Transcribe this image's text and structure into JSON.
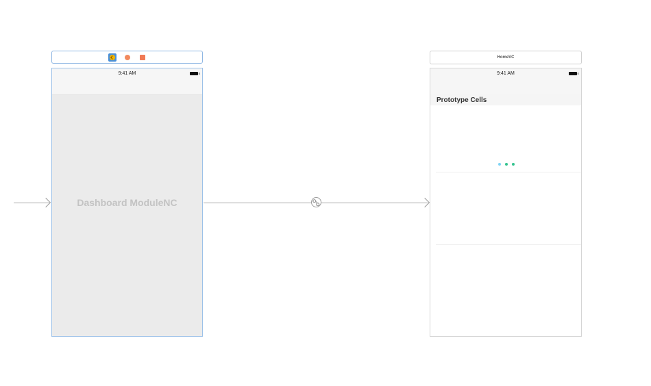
{
  "left_scene": {
    "dock_icons": [
      "view-controller-icon",
      "first-responder-icon",
      "exit-icon"
    ],
    "status_time": "9:41 AM",
    "title": "Dashboard ModuleNC"
  },
  "right_scene": {
    "header_title": "HomeVC",
    "status_time": "9:41 AM",
    "section_title": "Prototype Cells",
    "loading_dots": [
      "#7fd4f5",
      "#34c38f",
      "#34c38f"
    ]
  },
  "segues": [
    {
      "from": "entry-point",
      "to": "Dashboard ModuleNC"
    },
    {
      "from": "Dashboard ModuleNC",
      "to": "HomeVC",
      "icon": "relationship-icon"
    }
  ]
}
